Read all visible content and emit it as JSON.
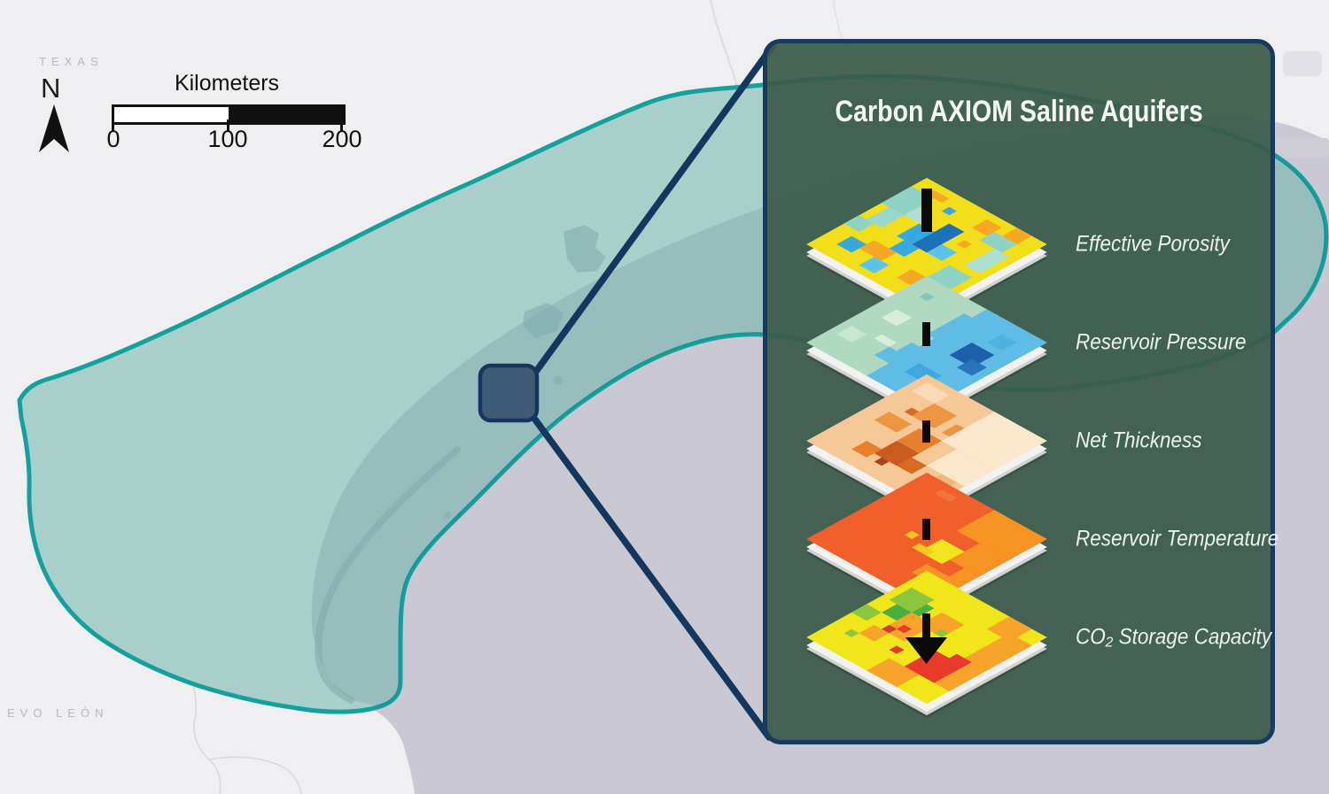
{
  "map": {
    "state_label_top": "TEXAS",
    "state_label_bottom": "EVO LEÓN",
    "north_arrow_label": "N",
    "scale_bar": {
      "title": "Kilometers",
      "tick_labels": [
        "0",
        "100",
        "200"
      ]
    },
    "colors": {
      "land": "#efeef0",
      "gulf_water": "#cac9d3",
      "aquifer_fill": "#a9cfcb",
      "aquifer_outline": "#12a19e",
      "marker_fill": "#3e5a74",
      "connector": "#14375f"
    }
  },
  "panel": {
    "title": "Carbon AXIOM Saline Aquifers",
    "background": "#3a5a49",
    "border_color": "#173a5f",
    "layers": [
      {
        "label": "Effective Porosity",
        "base": "#F2DF19",
        "patches": [
          [
            0,
            2,
            3,
            4,
            "#8FD2C4"
          ],
          [
            1,
            6,
            2,
            3,
            "#9AD8CB"
          ],
          [
            3,
            4,
            2,
            2,
            "#AEDFD3"
          ],
          [
            0,
            9,
            2,
            2,
            "#8FD2C4"
          ],
          [
            2,
            1,
            2,
            1,
            "#F7A823"
          ],
          [
            9,
            1,
            2,
            2,
            "#F7A823"
          ],
          [
            12,
            0,
            2,
            2,
            "#F7A823"
          ],
          [
            5,
            6,
            2,
            3,
            "#36A9E1"
          ],
          [
            7,
            4,
            2,
            5,
            "#1D71B8"
          ],
          [
            9,
            7,
            2,
            2,
            "#5BC4EA"
          ],
          [
            6,
            9,
            2,
            2,
            "#36A9E1"
          ],
          [
            11,
            2,
            3,
            2,
            "#8FD2C4"
          ],
          [
            13,
            4,
            2,
            4,
            "#AEDFD3"
          ],
          [
            12,
            9,
            3,
            3,
            "#8FD2C4"
          ],
          [
            4,
            11,
            3,
            2,
            "#F7A823"
          ],
          [
            10,
            12,
            2,
            2,
            "#F7A823"
          ],
          [
            2,
            12,
            2,
            2,
            "#36A9E1"
          ],
          [
            6,
            13,
            2,
            2,
            "#5BC4EA"
          ],
          [
            13,
            13,
            3,
            3,
            "#E8392B"
          ],
          [
            5,
            2,
            1,
            1,
            "#36A9E1"
          ],
          [
            10,
            5,
            1,
            1,
            "#F7A823"
          ]
        ]
      },
      {
        "label": "Reservoir Pressure",
        "base": "#AFD9C0",
        "patches": [
          [
            8,
            0,
            8,
            16,
            "#5FBCE5"
          ],
          [
            7,
            2,
            1,
            5,
            "#5FBCE5"
          ],
          [
            7,
            9,
            1,
            4,
            "#5FBCE5"
          ],
          [
            6,
            11,
            1,
            2,
            "#5FBCE5"
          ],
          [
            12,
            2,
            2,
            2,
            "#4FB2DE"
          ],
          [
            11,
            5,
            3,
            3,
            "#1D5FA8"
          ],
          [
            13,
            7,
            2,
            2,
            "#2B72BC"
          ],
          [
            10,
            11,
            3,
            2,
            "#3FA9DE"
          ],
          [
            2,
            6,
            2,
            2,
            "#D8EDDC"
          ],
          [
            4,
            10,
            2,
            1,
            "#D8EDDC"
          ],
          [
            1,
            11,
            2,
            2,
            "#C9E6CF"
          ],
          [
            2,
            2,
            1,
            1,
            "#7FC8B9"
          ]
        ]
      },
      {
        "label": "Net Thickness",
        "base": "#F6C897",
        "patches": [
          [
            9,
            0,
            7,
            7,
            "#FBE7CC"
          ],
          [
            11,
            7,
            5,
            4,
            "#FBE7CC"
          ],
          [
            1,
            1,
            3,
            2,
            "#FAD9B4"
          ],
          [
            4,
            3,
            3,
            3,
            "#EE9541"
          ],
          [
            2,
            7,
            3,
            2,
            "#EE9541"
          ],
          [
            6,
            7,
            3,
            3,
            "#E87F2E"
          ],
          [
            6,
            10,
            3,
            3,
            "#C95B1F"
          ],
          [
            4,
            12,
            2,
            2,
            "#E87F2E"
          ],
          [
            9,
            11,
            2,
            2,
            "#D96A24"
          ],
          [
            7,
            13,
            1,
            1,
            "#A8441A"
          ],
          [
            3,
            5,
            1,
            1,
            "#D96A24"
          ],
          [
            13,
            11,
            2,
            2,
            "#F3B678"
          ],
          [
            8,
            4,
            1,
            2,
            "#EE9541"
          ]
        ]
      },
      {
        "label": "Reservoir Temperature",
        "base": "#F15F2A",
        "patches": [
          [
            9,
            0,
            7,
            5,
            "#F69322"
          ],
          [
            12,
            5,
            4,
            4,
            "#F69322"
          ],
          [
            14,
            9,
            2,
            3,
            "#F69322"
          ],
          [
            9,
            7,
            3,
            3,
            "#F2E51F"
          ],
          [
            8,
            9,
            2,
            1,
            "#F7C51E"
          ],
          [
            11,
            11,
            3,
            2,
            "#F69322"
          ],
          [
            6,
            8,
            1,
            1,
            "#F7C51E"
          ],
          [
            3,
            1,
            2,
            1,
            "#F47536"
          ]
        ]
      },
      {
        "label": "CO₂ Storage Capacity",
        "base": "#F0E619",
        "patches": [
          [
            1,
            3,
            3,
            3,
            "#8CC63F"
          ],
          [
            2,
            6,
            2,
            2,
            "#4CAE3E"
          ],
          [
            0,
            8,
            2,
            2,
            "#8CC63F"
          ],
          [
            4,
            4,
            1,
            2,
            "#4CAE3E"
          ],
          [
            4,
            6,
            3,
            4,
            "#F8A329"
          ],
          [
            6,
            4,
            3,
            3,
            "#F8A329"
          ],
          [
            3,
            10,
            2,
            2,
            "#F8A329"
          ],
          [
            5,
            8,
            1,
            1,
            "#E8392B"
          ],
          [
            7,
            11,
            1,
            1,
            "#E8392B"
          ],
          [
            4,
            9,
            1,
            1,
            "#D43A28"
          ],
          [
            11,
            0,
            3,
            3,
            "#F8A329"
          ],
          [
            13,
            2,
            3,
            6,
            "#F8A329"
          ],
          [
            10,
            9,
            4,
            4,
            "#E8392B"
          ],
          [
            12,
            8,
            3,
            2,
            "#E8392B"
          ],
          [
            8,
            13,
            4,
            3,
            "#F8A329"
          ],
          [
            14,
            8,
            2,
            5,
            "#F8A329"
          ],
          [
            8,
            6,
            1,
            1,
            "#8CC63F"
          ],
          [
            2,
            12,
            1,
            1,
            "#8CC63F"
          ]
        ]
      }
    ]
  }
}
